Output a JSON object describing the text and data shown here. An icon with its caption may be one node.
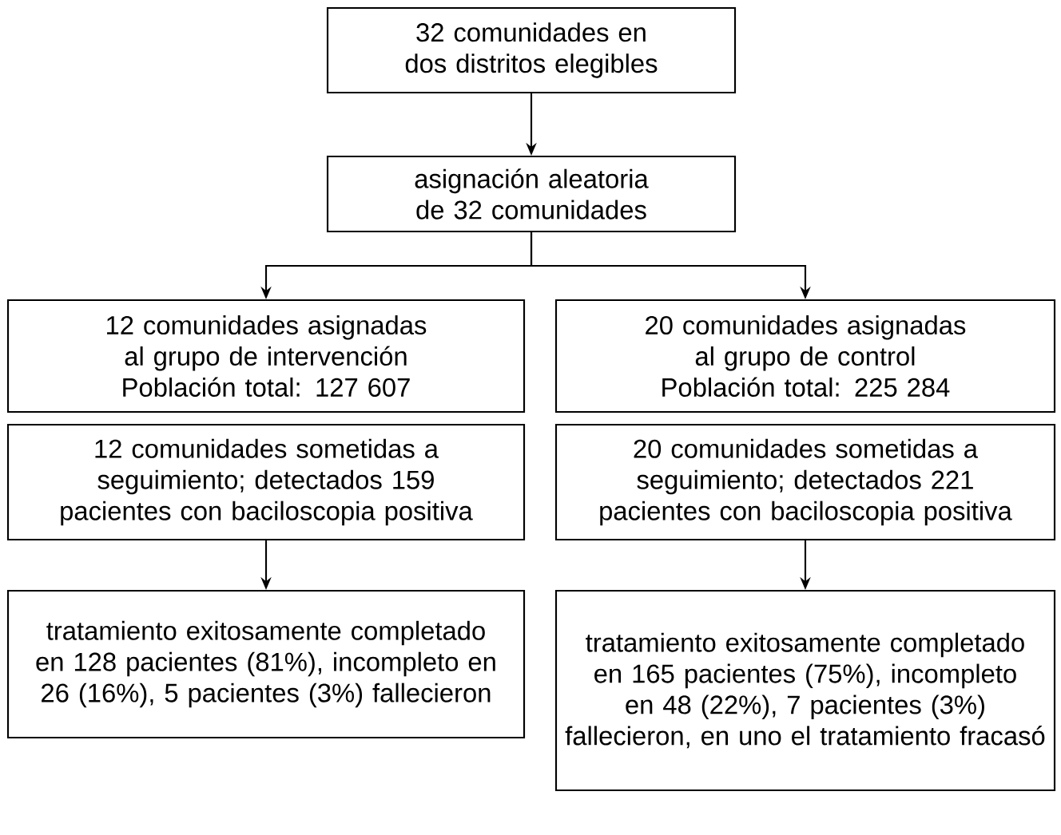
{
  "diagram": {
    "nodes": [
      {
        "text": [
          "32 comunidades en dos distritos elegibles"
        ]
      },
      {
        "text": [
          "asignación aleatoria de 32 comunidades"
        ]
      },
      {
        "text": [
          "12 comunidades asignadas al grupo de intervención Población total: 127 607"
        ]
      },
      {
        "text": [
          "20 comunidades asignadas al grupo de control Población total: 225 284"
        ]
      },
      {
        "text": [
          "12 comunidades sometidas a seguimiento; detectados 159 pacientes con baciloscopia positiva"
        ]
      },
      {
        "text": [
          "20 comunidades sometidas a seguimiento; detectados 221 pacientes con baciloscopia positiva"
        ]
      },
      {
        "text": [
          "tratamiento exitosamente completado en 128 pacientes (81%), incompleto en 26 (16%), 5 pacientes (3%) fallecieron"
        ]
      },
      {
        "text": [
          "tratamiento exitosamente completado en 165 pacientes (75%), incompleto en 48 (22%), 7 pacientes (3%) fallecieron, en uno el tratamiento fracasó"
        ]
      }
    ],
    "edges": [
      {
        "from": 0,
        "to": 1,
        "arrow": "to"
      },
      {
        "from": 1,
        "to": 2,
        "arrow": "to"
      },
      {
        "from": 1,
        "to": 3,
        "arrow": "to"
      },
      {
        "from": 4,
        "to": 6,
        "arrow": "to"
      },
      {
        "from": 5,
        "to": 7,
        "arrow": "to"
      }
    ]
  }
}
